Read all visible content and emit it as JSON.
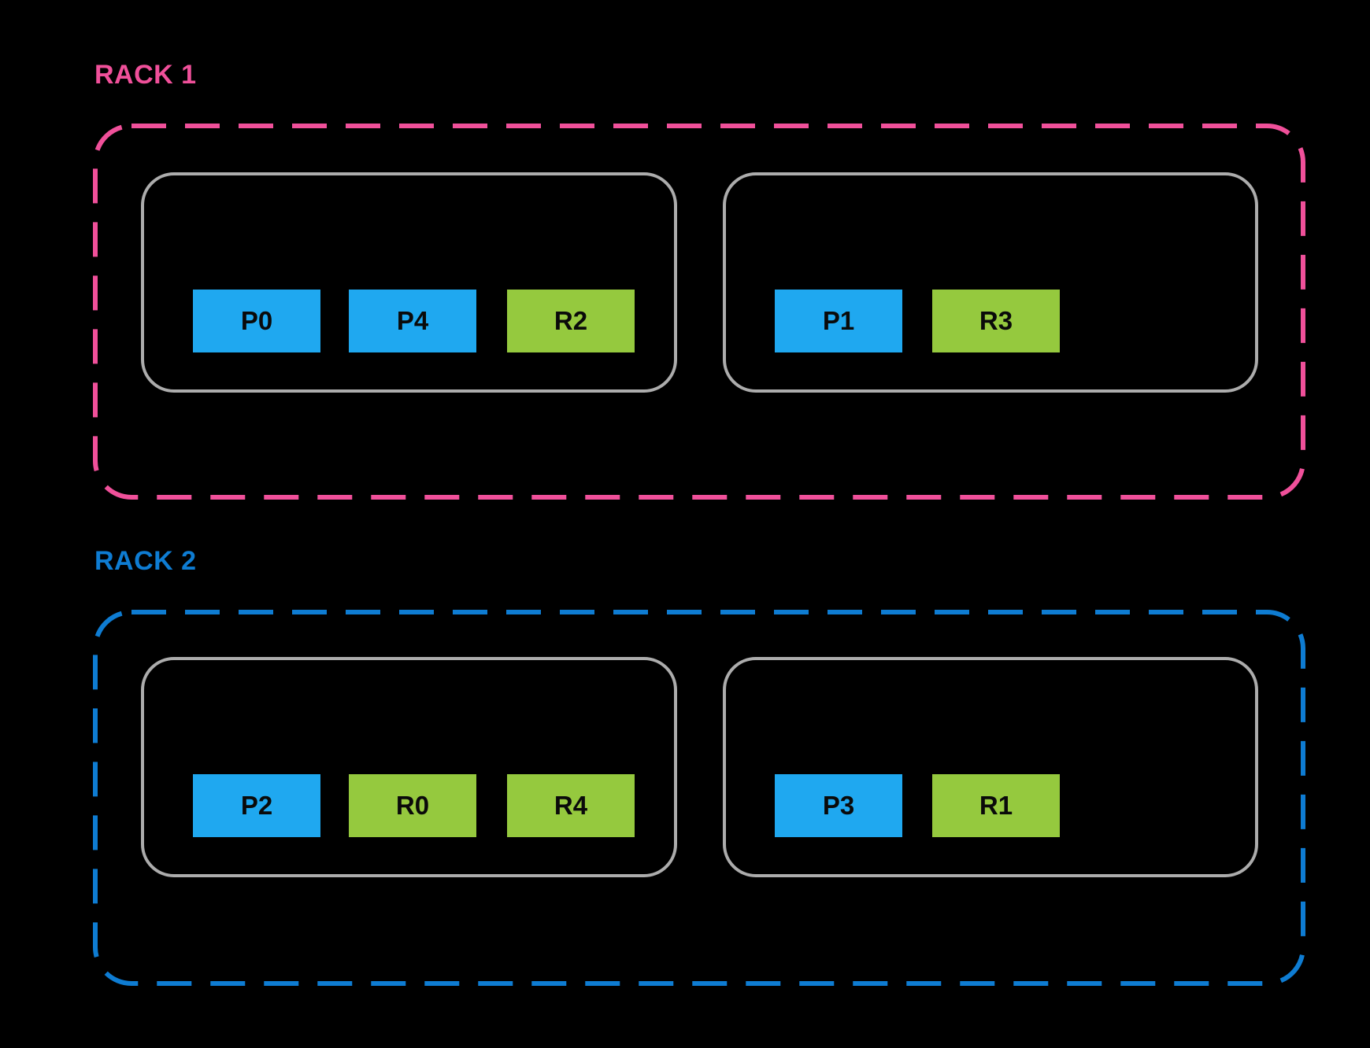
{
  "diagram": {
    "background": "#000000",
    "colors": {
      "pod_box": "#1FA8F0",
      "replica_box": "#95C93E",
      "box_text": "#0A0A0A",
      "host_border": "#ACACAC"
    },
    "racks": [
      {
        "label": "RACK 1",
        "accent": "#F0509A",
        "hosts": [
          {
            "slots": [
              {
                "label": "P0",
                "kind": "pod"
              },
              {
                "label": "P4",
                "kind": "pod"
              },
              {
                "label": "R2",
                "kind": "replica"
              }
            ]
          },
          {
            "slots": [
              {
                "label": "P1",
                "kind": "pod"
              },
              {
                "label": "R3",
                "kind": "replica"
              }
            ]
          }
        ]
      },
      {
        "label": "RACK 2",
        "accent": "#0E7CD2",
        "hosts": [
          {
            "slots": [
              {
                "label": "P2",
                "kind": "pod"
              },
              {
                "label": "R0",
                "kind": "replica"
              },
              {
                "label": "R4",
                "kind": "replica"
              }
            ]
          },
          {
            "slots": [
              {
                "label": "P3",
                "kind": "pod"
              },
              {
                "label": "R1",
                "kind": "replica"
              }
            ]
          }
        ]
      }
    ]
  }
}
